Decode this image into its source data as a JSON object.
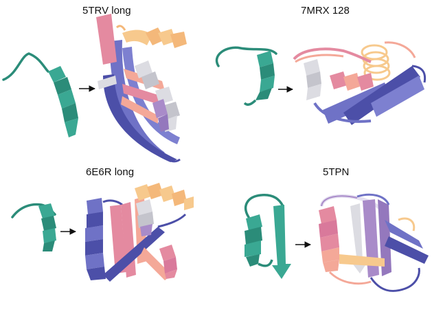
{
  "panels": [
    {
      "label": "5TRV long"
    },
    {
      "label": "7MRX 128"
    },
    {
      "label": "6E6R long"
    },
    {
      "label": "5TPN"
    }
  ],
  "colors": {
    "teal": "#3aa893",
    "teal_dark": "#2b8c79",
    "indigo": "#6f72c6",
    "indigo_dark": "#4c4fa8",
    "pink": "#e48aa0",
    "salmon": "#f4a898",
    "gold": "#f7c98d",
    "lavender": "#a98bc9",
    "grey": "#dcdce2",
    "arrow": "#111111"
  },
  "icons": {
    "arrow": "right-arrow-icon"
  }
}
